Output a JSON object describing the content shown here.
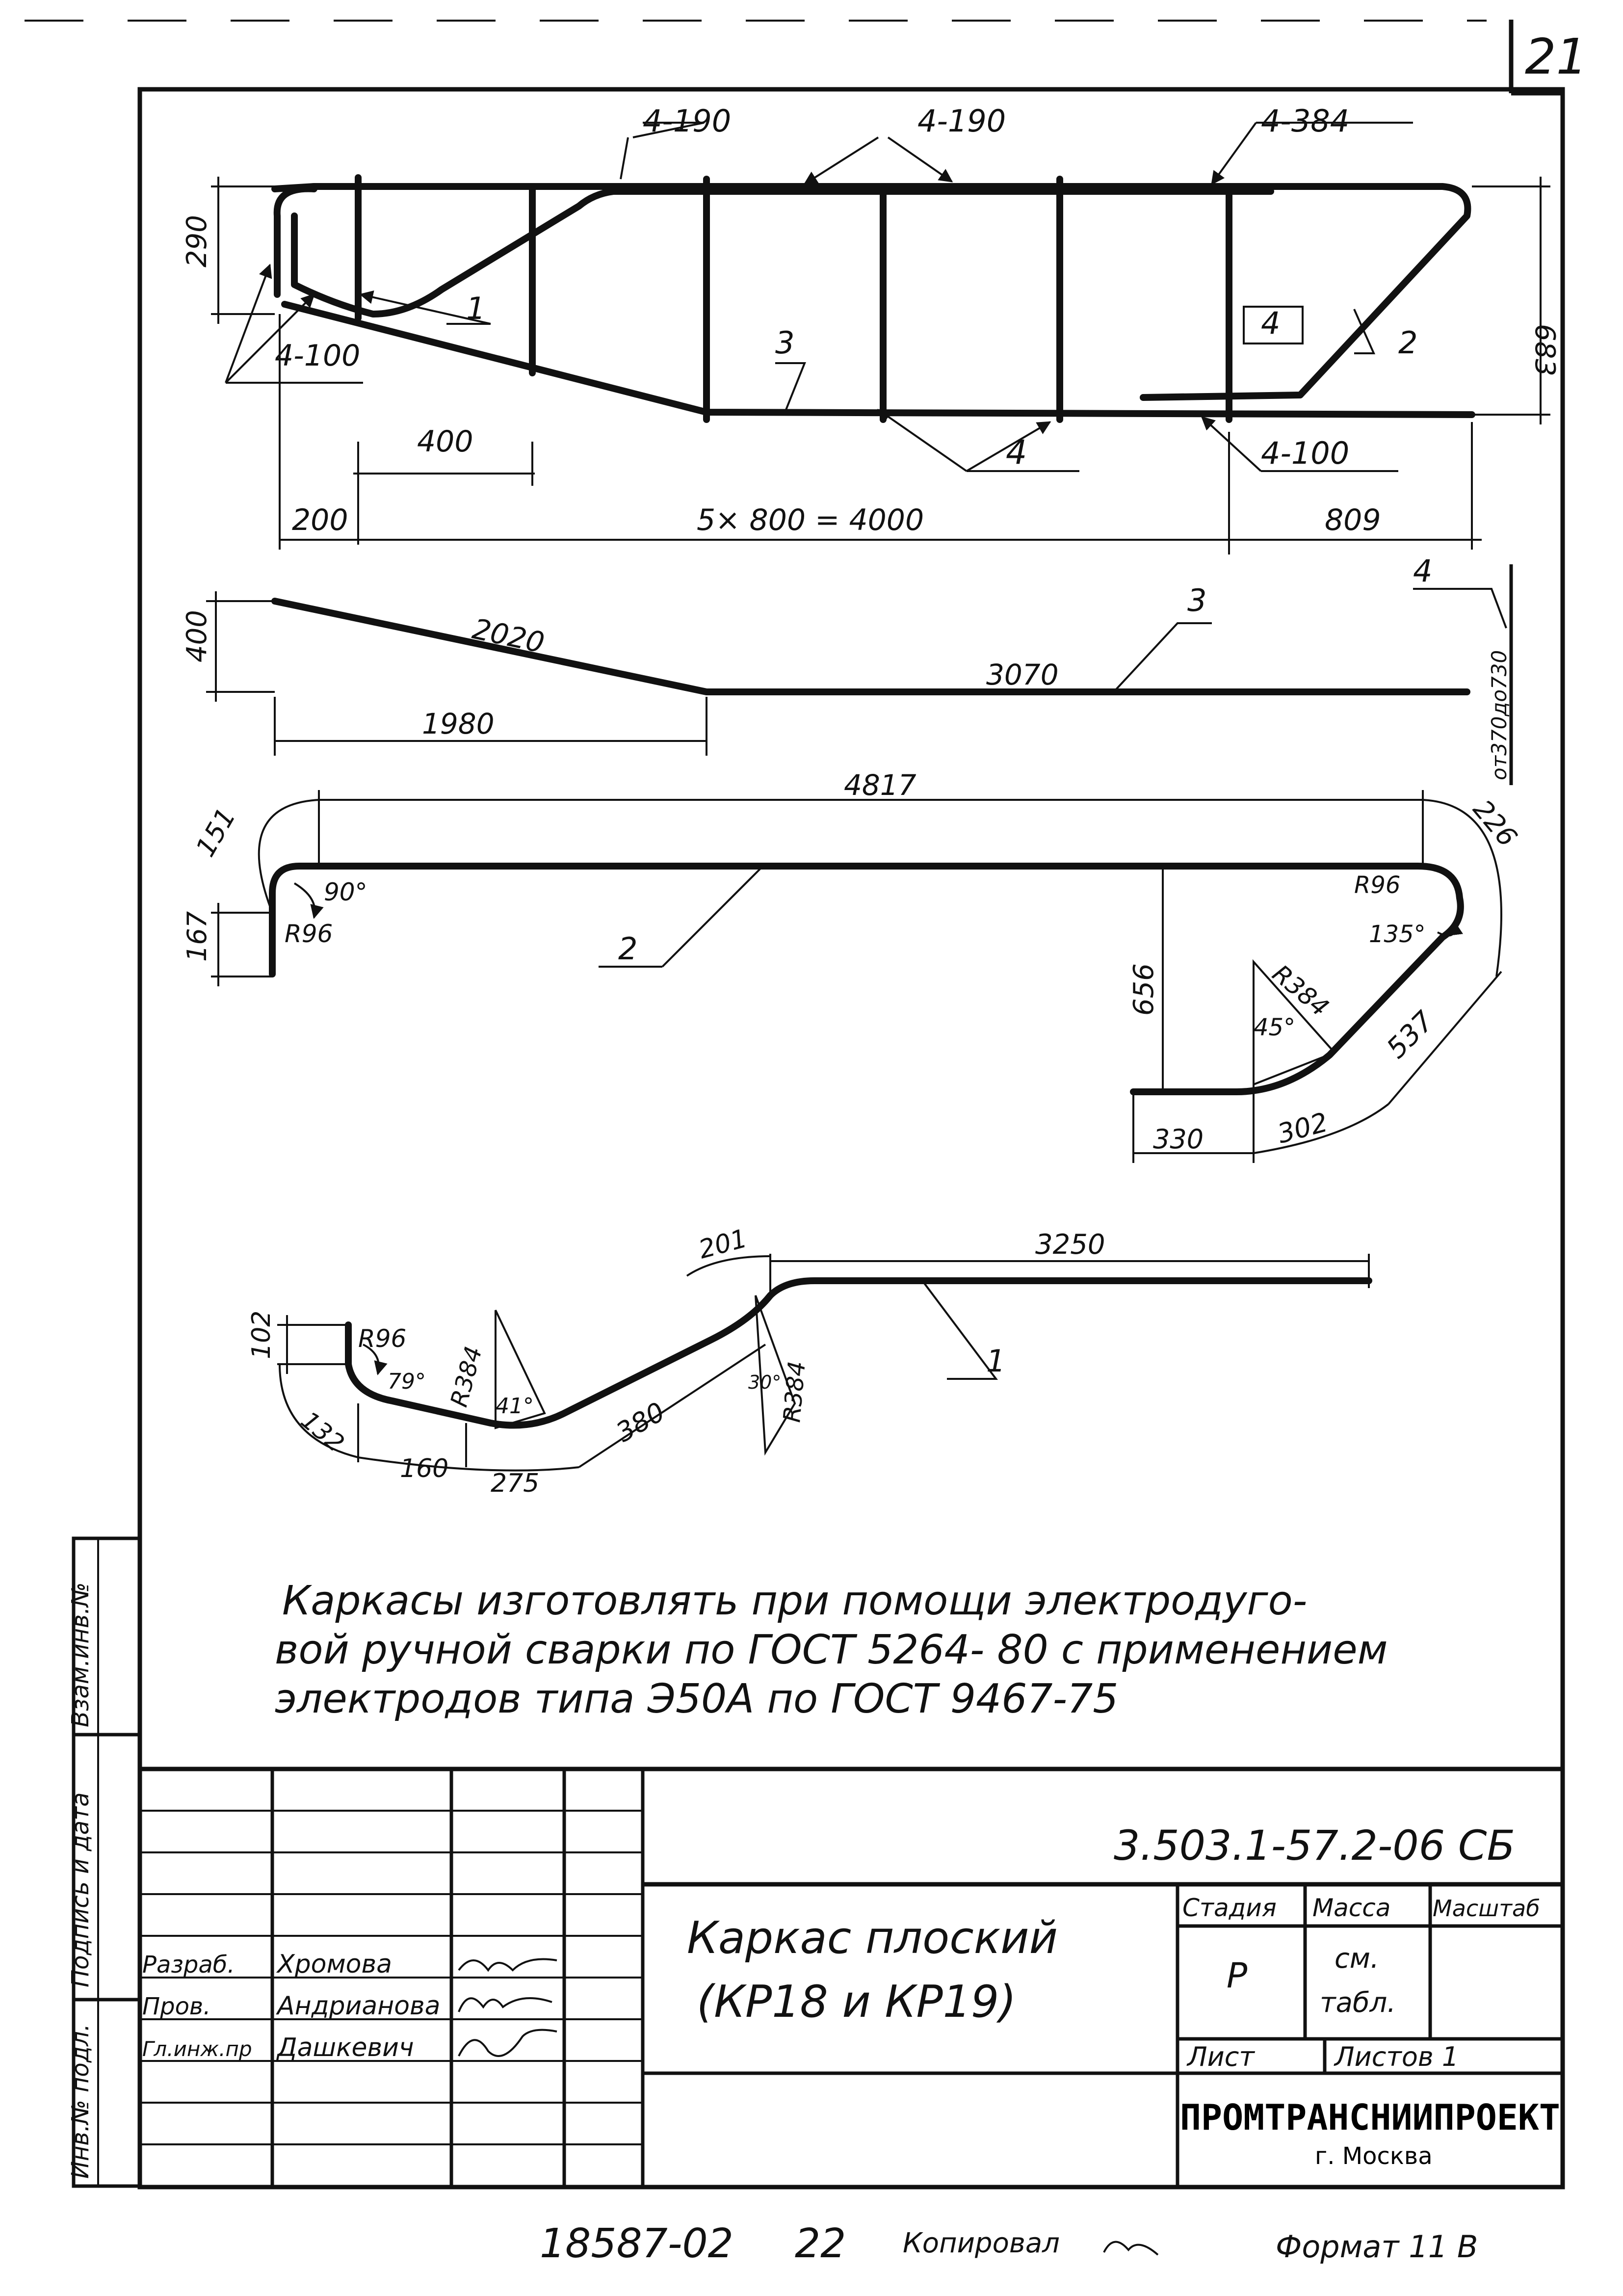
{
  "sheet": {
    "page_number": "21"
  },
  "view_frame": {
    "welds": {
      "top_left": "4-190",
      "top_mid": "4-190",
      "top_right": "4-384",
      "left": "4-100",
      "bottom_mid": "4",
      "bottom_right": "4-100"
    },
    "dims": {
      "h_left": "290",
      "h_right": "683",
      "d400": "400",
      "d200": "200",
      "d_series": "5× 800 = 4000",
      "d809": "809"
    },
    "positions": {
      "p1": "1",
      "p2": "2",
      "p3": "3",
      "p4": "4"
    }
  },
  "bar3": {
    "h": "400",
    "len_slope": "2020",
    "len_straight": "3070",
    "d1980": "1980",
    "pos": "3",
    "pos4": "4",
    "pos4_len": "от370до730"
  },
  "bar2": {
    "top": "4817",
    "left_arc": "151",
    "left_leg": "167",
    "angle_left": "90°",
    "r_left": "R96",
    "arc_right": "226",
    "r_right": "R96",
    "angle_right": "135°",
    "height": "656",
    "r_mid": "R384",
    "angle_mid": "45°",
    "diag": "537",
    "bottom_left": "330",
    "arc_bottom": "302",
    "pos": "2"
  },
  "bar1": {
    "d201": "201",
    "d3250": "3250",
    "d102": "102",
    "r96": "R96",
    "angle79": "79°",
    "r384a": "R384",
    "angle41": "41°",
    "r384b": "R384",
    "angle30": "30°",
    "d132": "132",
    "d160": "160",
    "d275": "275",
    "d380": "380",
    "pos": "1"
  },
  "notes": {
    "line1": "Каркасы изготовлять при помощи электродуго-",
    "line2": "вой ручной сварки по ГОСТ 5264- 80 с применением",
    "line3": "электродов типа Э50А по ГОСТ 9467-75"
  },
  "side_stamp": {
    "col1": "Взам.инв.№",
    "col2": "Подпись и дата",
    "col3": "Инв.№ подл."
  },
  "title_block": {
    "code": "3.503.1-57.2-06 СБ",
    "title1": "Каркас плоский",
    "title2": "(КР18 и КР19)",
    "h_stage": "Стадия",
    "h_mass": "Масса",
    "h_scale": "Масштаб",
    "stage": "Р",
    "mass1": "см.",
    "mass2": "табл.",
    "sheet_label": "Лист",
    "sheets_label": "Листов 1",
    "org": "ПРОМТРАНСНИИПРОЕКТ",
    "city": "г. Москва",
    "roles": [
      {
        "role": "Разраб.",
        "name": "Хромова"
      },
      {
        "role": "Пров.",
        "name": "Андрианова"
      },
      {
        "role": "Гл.инж.пр",
        "name": "Дашкевич"
      }
    ]
  },
  "footer": {
    "number": "18587-02",
    "sub": "22",
    "copied": "Копировал",
    "format": "Формат 11 В"
  }
}
